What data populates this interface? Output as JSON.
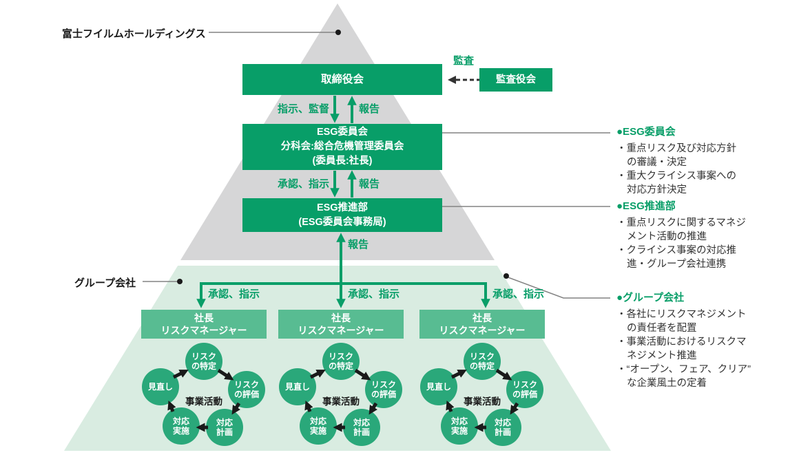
{
  "palette": {
    "green": "#089e68",
    "green_circle": "#2aa87a",
    "green_light_box": "#58bc92",
    "green_area": "#d9ece1",
    "gray_triangle": "#d6d6d7"
  },
  "left_labels": {
    "holdings": "富士フイルムホールディングス",
    "group": "グループ会社"
  },
  "pyramid": {
    "board": "取締役会",
    "audit_board": "監査役会",
    "esg_committee": {
      "line1": "ESG委員会",
      "line2": "分科会:総合危機管理委員会",
      "line3": "(委員長:社長)"
    },
    "esg_division": {
      "line1": "ESG推進部",
      "line2": "(ESG委員会事務局)"
    },
    "president_box": {
      "line1": "社長",
      "line2": "リスクマネージャー"
    }
  },
  "arrow_labels": {
    "audit": "監査",
    "instruct_supervise": "指示、監督",
    "report": "報告",
    "approve_instruct": "承認、指示"
  },
  "annotations": [
    {
      "title": "●ESG委員会",
      "lines": [
        "・重点リスク及び対応方針",
        "の審議・決定",
        "・重大クライシス事案への",
        "対応方針決定"
      ]
    },
    {
      "title": "●ESG推進部",
      "lines": [
        "・重点リスクに関するマネジ",
        "メント活動の推進",
        "・クライシス事案の対応推",
        "進・グループ会社連携"
      ]
    },
    {
      "title": "●グループ会社",
      "lines": [
        "・各社にリスクマネジメント",
        "の責任者を配置",
        "・事業活動におけるリスクマ",
        "ネジメント推進",
        "・“オープン、フェア、クリア”",
        "な企業風土の定着"
      ]
    }
  ],
  "cycle": {
    "center": "事業活動",
    "steps": [
      {
        "l1": "リスク",
        "l2": "の特定"
      },
      {
        "l1": "リスク",
        "l2": "の評価"
      },
      {
        "l1": "対応",
        "l2": "計画"
      },
      {
        "l1": "対応",
        "l2": "実施"
      },
      {
        "l1": "見直し",
        "l2": ""
      }
    ]
  }
}
